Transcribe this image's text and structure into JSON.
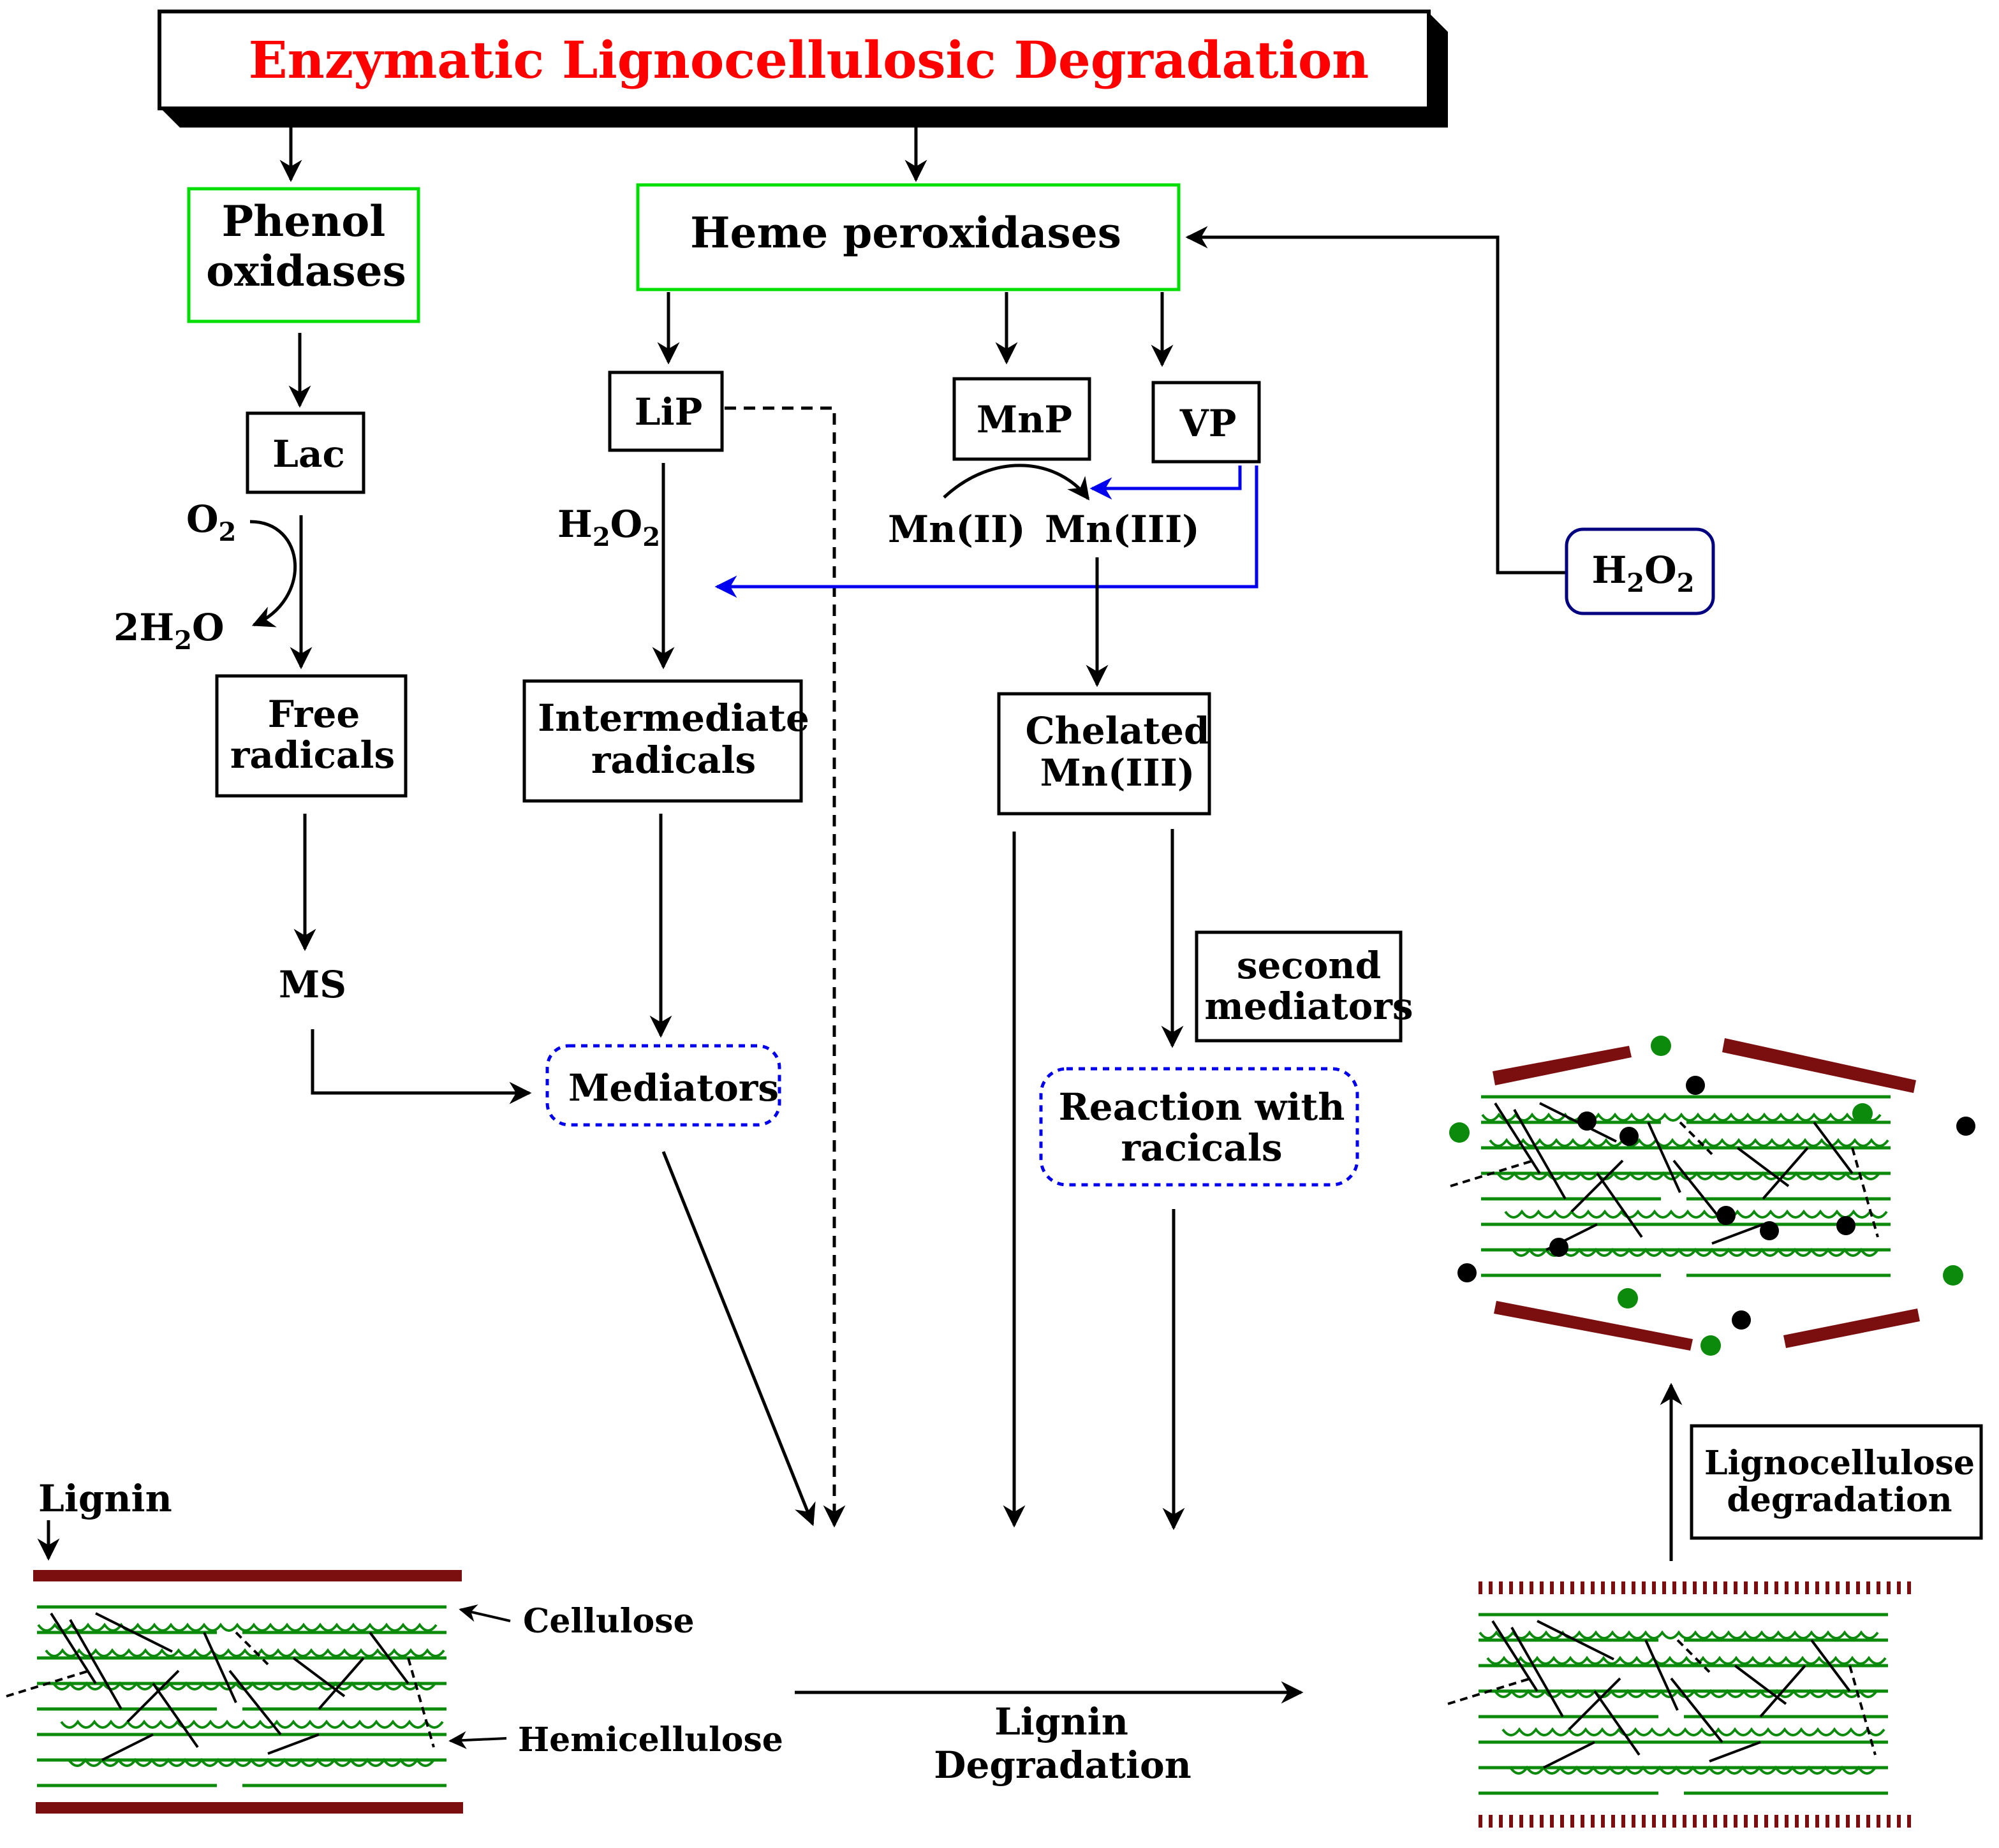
{
  "title": "Enzymatic Lignocellulosic Degradation",
  "colors": {
    "title_text": "#ff0000",
    "enzyme_box_border": "#00dd00",
    "mediator_border": "#0000ee",
    "mn_arrow": "#0000ee",
    "h2o2_box_border": "#000080",
    "lignin_bar": "#7b0e0e",
    "fiber_green": "#0b8a0b"
  },
  "phenol_oxidases": {
    "line1": "Phenol",
    "line2": "oxidases"
  },
  "heme_peroxidases": "Heme peroxidases",
  "lac": "Lac",
  "lip": "LiP",
  "mnp": "MnP",
  "vp": "VP",
  "o2": {
    "base": "O",
    "sub": "2"
  },
  "water": {
    "pre": "2H",
    "sub": "2",
    "post": "O"
  },
  "h2o2_label": {
    "h": "H",
    "s1": "2",
    "o": "O",
    "s2": "2"
  },
  "h2o2_box": {
    "h": "H",
    "s1": "2",
    "o": "O",
    "s2": "2"
  },
  "mn2": "Mn(II)",
  "mn3": "Mn(III)",
  "free_radicals": {
    "line1": "Free",
    "line2": "radicals"
  },
  "intermediate_radicals": {
    "line1": "Intermediate",
    "line2": "radicals"
  },
  "chelated": {
    "line1": "Chelated",
    "line2": "Mn(III)"
  },
  "ms": "MS",
  "mediators": "Mediators",
  "second_mediators": {
    "line1": "second",
    "line2": "mediators"
  },
  "reaction": {
    "line1": "Reaction with",
    "line2": "racicals"
  },
  "lignin": "Lignin",
  "cellulose": "Cellulose",
  "hemicellulose": "Hemicellulose",
  "lignin_degradation": {
    "line1": "Lignin",
    "line2": "Degradation"
  },
  "lignocellulose_degradation": {
    "line1": "Lignocellulose",
    "line2": "degradation"
  }
}
